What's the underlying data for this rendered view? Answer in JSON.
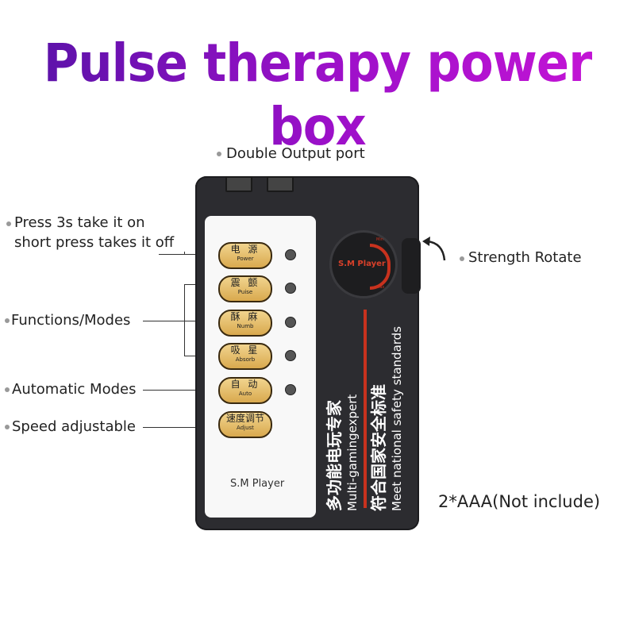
{
  "title": "Pulse therapy power box",
  "callouts": {
    "output": "Double Output port",
    "power_1": "Press 3s take it on",
    "power_2": "short press takes it off",
    "functions": "Functions/Modes",
    "auto": "Automatic Modes",
    "speed": "Speed adjustable",
    "strength": "Strength Rotate",
    "battery": "2*AAA(Not include)"
  },
  "buttons": [
    {
      "cn": "电 源",
      "en": "Power"
    },
    {
      "cn": "震 颤",
      "en": "Puise"
    },
    {
      "cn": "酥 麻",
      "en": "Numb"
    },
    {
      "cn": "吸 星",
      "en": "Absorb"
    },
    {
      "cn": "自 动",
      "en": "Auto"
    },
    {
      "cn": "速度调节",
      "en": "Adjust"
    }
  ],
  "panel_brand": "S.M Player",
  "knob": {
    "brand": "S.M Player",
    "min": "Min",
    "max": "Max"
  },
  "device_text": {
    "cn1": "多功能电玩专家",
    "en1": "Multi-gamingexpert",
    "cn2": "符合国家安全标准",
    "en2": "Meet national safety standards"
  },
  "colors": {
    "title_start": "#5a12a8",
    "title_end": "#c514d6",
    "button": "#e6bd6a",
    "accent_red": "#c8321e"
  }
}
